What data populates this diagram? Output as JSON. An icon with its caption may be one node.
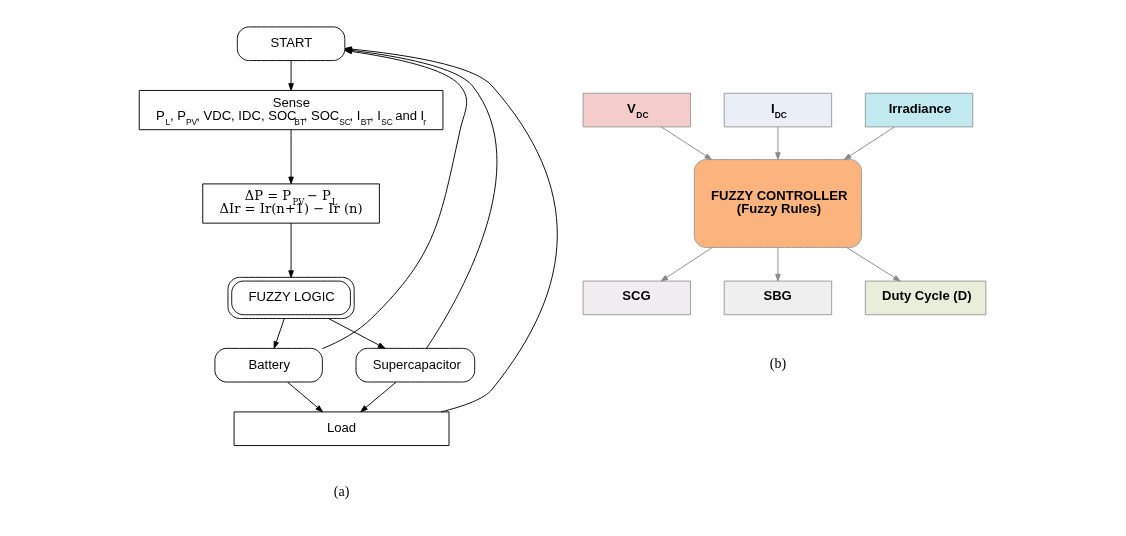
{
  "diagram": {
    "nodes": [
      {
        "text": [
          "START"
        ]
      },
      {
        "text": [
          "Sense",
          "P$_{L}$, P$_{PV}$, VDC, IDC, SOC$_{BT}$, SOC$_{SC}$, I$_{BT}$, I$_{SC}$ and I$_{r}$"
        ]
      },
      {
        "text": [
          "ΔP = P$_{PV}$ − P$_{L}$",
          "ΔIr = Ir(n+1) − Ir (n)"
        ]
      },
      {
        "text": [
          "FUZZY LOGIC"
        ]
      },
      {
        "text": [
          "Battery"
        ]
      },
      {
        "text": [
          "Supercapacitor"
        ]
      },
      {
        "text": [
          "Load"
        ]
      },
      {
        "text": [
          "V$_{DC}$"
        ]
      },
      {
        "text": [
          "I$_{DC}$"
        ]
      },
      {
        "text": [
          "Irradiance"
        ]
      },
      {
        "text": [
          "FUZZY CONTROLLER",
          "(Fuzzy Rules)"
        ]
      },
      {
        "text": [
          "SCG"
        ]
      },
      {
        "text": [
          "SBG"
        ]
      },
      {
        "text": [
          "Duty Cycle (D)"
        ]
      }
    ],
    "edges": [
      {
        "from": 0,
        "to": 1,
        "arrow": "to"
      },
      {
        "from": 1,
        "to": 2,
        "arrow": "to"
      },
      {
        "from": 2,
        "to": 3,
        "arrow": "to"
      },
      {
        "from": 3,
        "to": 4,
        "arrow": "to"
      },
      {
        "from": 3,
        "to": 5,
        "arrow": "to"
      },
      {
        "from": 4,
        "to": 0,
        "arrow": "to"
      },
      {
        "from": 5,
        "to": 0,
        "arrow": "to"
      },
      {
        "from": 4,
        "to": 6,
        "arrow": "to"
      },
      {
        "from": 5,
        "to": 6,
        "arrow": "to"
      },
      {
        "from": 6,
        "to": 0,
        "arrow": "to"
      },
      {
        "from": 7,
        "to": 10,
        "arrow": "to",
        "color": "#888888"
      },
      {
        "from": 8,
        "to": 10,
        "arrow": "to",
        "color": "#888888"
      },
      {
        "from": 9,
        "to": 10,
        "arrow": "to",
        "color": "#888888"
      },
      {
        "from": 10,
        "to": 11,
        "arrow": "to",
        "color": "#888888"
      },
      {
        "from": 10,
        "to": 12,
        "arrow": "to",
        "color": "#888888"
      },
      {
        "from": 10,
        "to": 13,
        "arrow": "to",
        "color": "#888888"
      }
    ],
    "labels": [
      "(a)",
      "(b)"
    ]
  }
}
